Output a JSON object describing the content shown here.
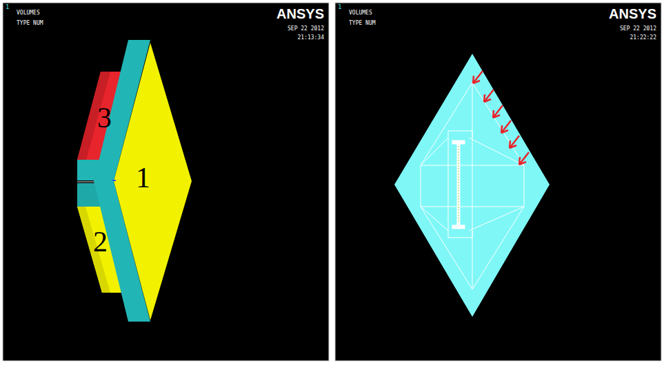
{
  "diagram": {
    "labels": [
      "1",
      "VOLUMES",
      "TYPE NUM",
      "ANSYS",
      "SEP 22 2012",
      "21:13:34",
      "3",
      "1",
      "2",
      "1",
      "VOLUMES",
      "TYPE NUM",
      "ANSYS",
      "SEP 22 2012",
      "21:22:22"
    ]
  }
}
